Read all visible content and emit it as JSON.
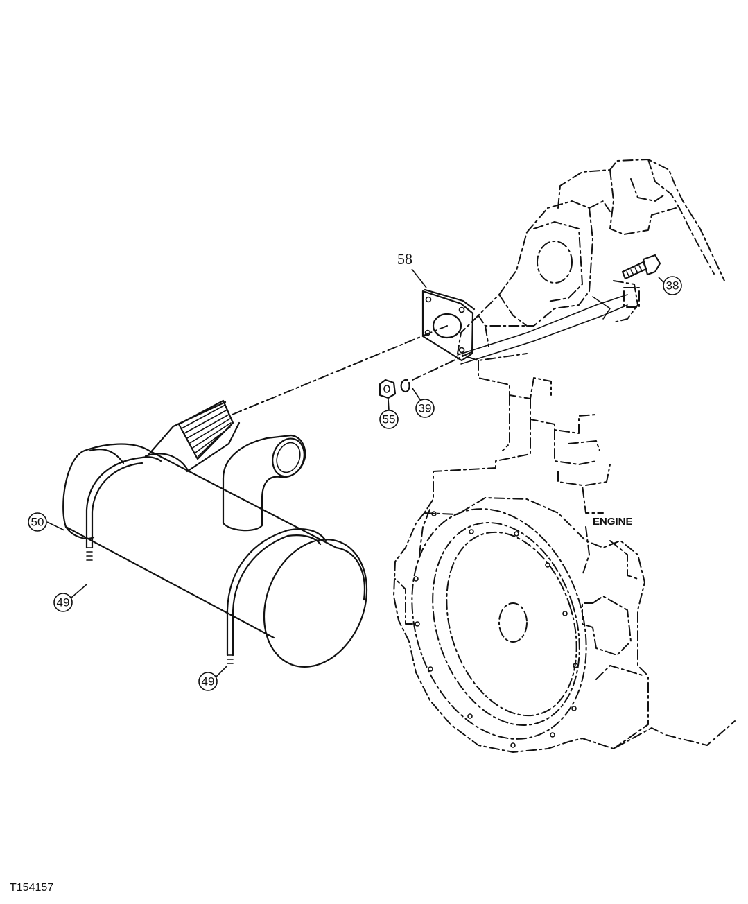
{
  "figure_id": "T154157",
  "engine_label": "ENGINE",
  "callouts": {
    "c58": "58",
    "c38": "38",
    "c39": "39",
    "c55": "55",
    "c50": "50",
    "c49a": "49",
    "c49b": "49"
  }
}
